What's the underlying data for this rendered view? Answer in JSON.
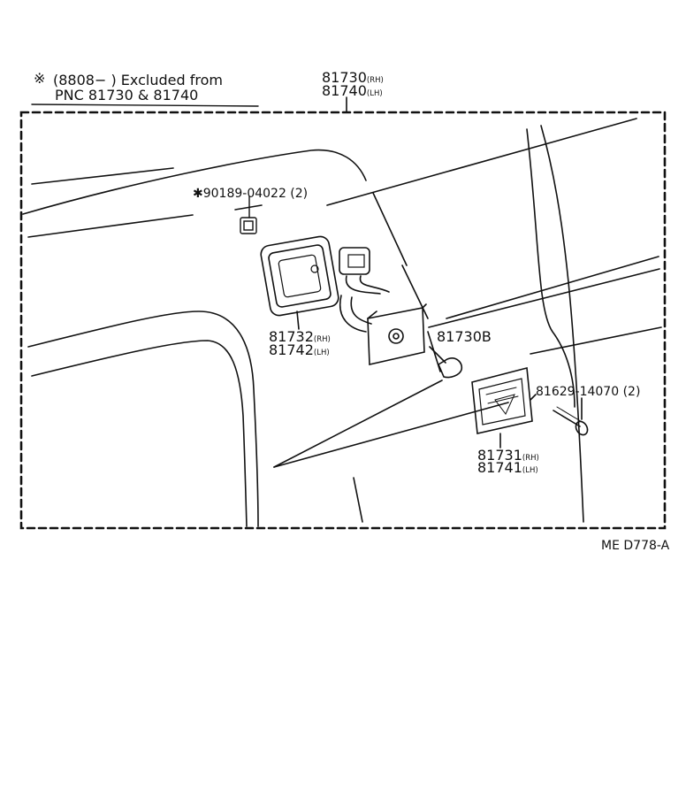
{
  "note": {
    "mark": "※",
    "line1": "(8808−       ) Excluded from",
    "line2": "PNC 81730 & 81740"
  },
  "assembly": {
    "rh_part": "81730",
    "rh_tag": "(RH)",
    "lh_part": "81740",
    "lh_tag": "(LH)"
  },
  "clip": {
    "label": "✱90189-04022 (2)"
  },
  "gasket": {
    "rh_part": "81732",
    "rh_tag": "(RH)",
    "lh_part": "81742",
    "lh_tag": "(LH)"
  },
  "bulb": {
    "label": "81730B"
  },
  "screw": {
    "label": "81629-14070 (2)"
  },
  "lens": {
    "rh_part": "81731",
    "rh_tag": "(RH)",
    "lh_part": "81741",
    "lh_tag": "(LH)"
  },
  "diagram_code": "ME D778-A"
}
